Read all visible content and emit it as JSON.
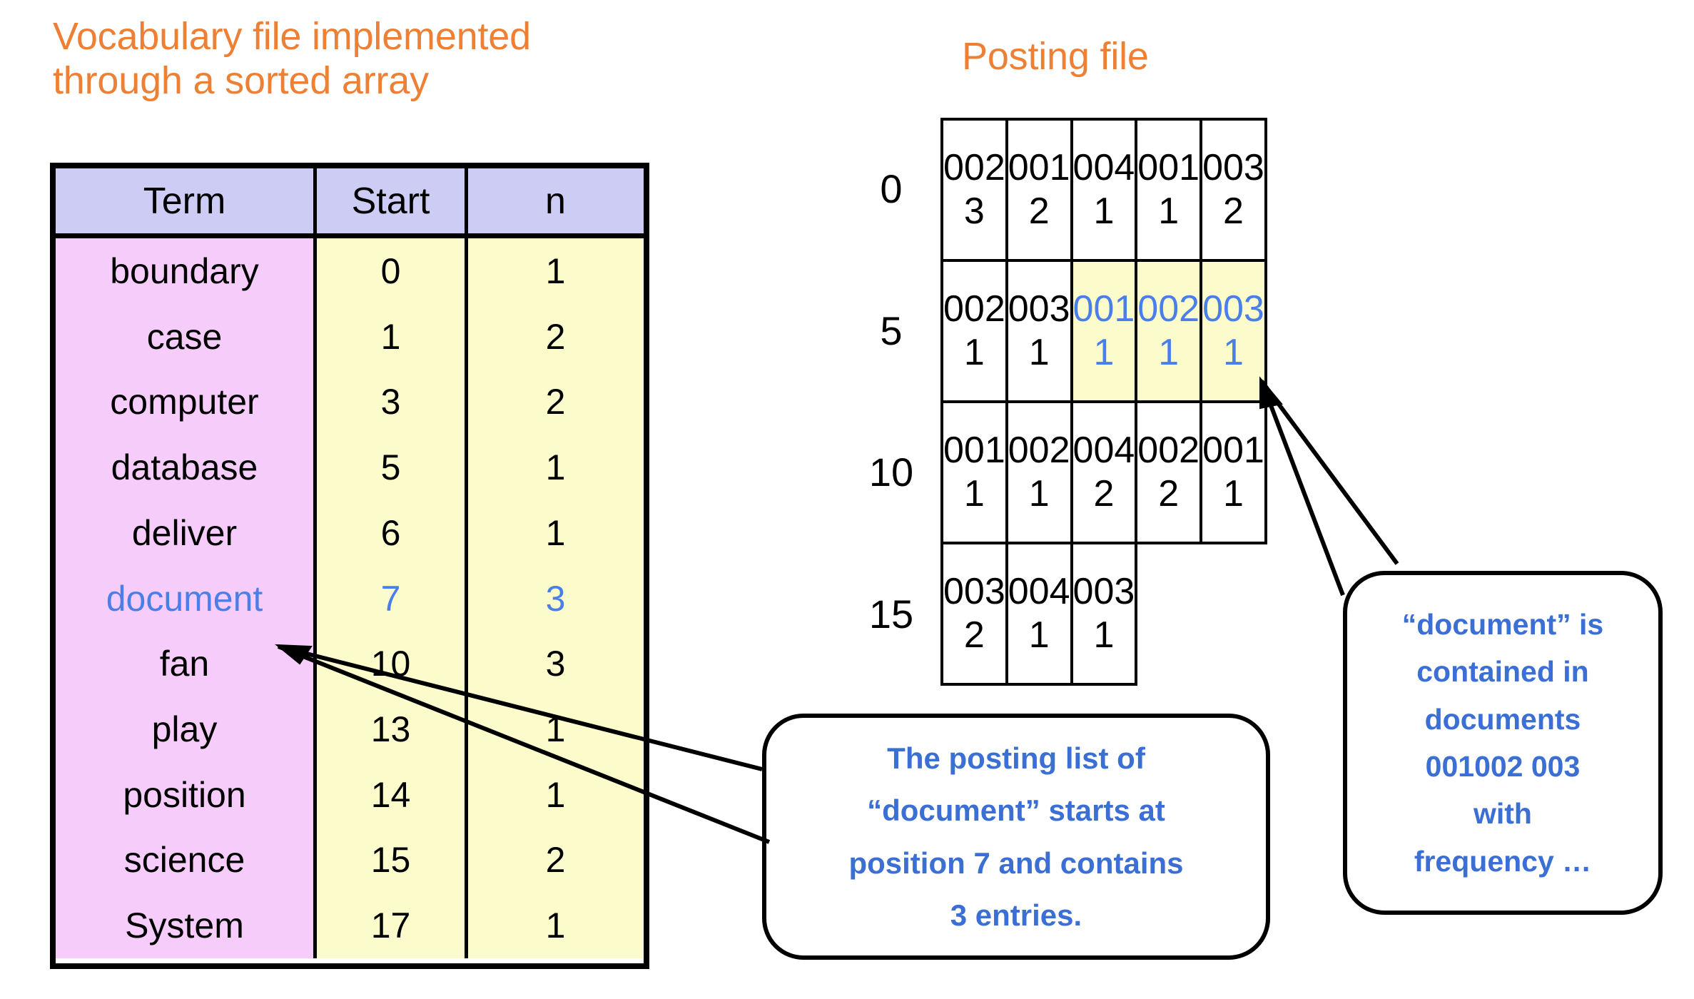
{
  "vocabulary": {
    "title": "Vocabulary  file implemented\nthrough a sorted array",
    "columns": [
      "Term",
      "Start",
      "n"
    ],
    "rows": [
      {
        "term": "boundary",
        "start": "0",
        "n": "1",
        "highlight": false
      },
      {
        "term": "case",
        "start": "1",
        "n": "2",
        "highlight": false
      },
      {
        "term": "computer",
        "start": "3",
        "n": "2",
        "highlight": false
      },
      {
        "term": "database",
        "start": "5",
        "n": "1",
        "highlight": false
      },
      {
        "term": "deliver",
        "start": "6",
        "n": "1",
        "highlight": false
      },
      {
        "term": "document",
        "start": "7",
        "n": "3",
        "highlight": true
      },
      {
        "term": "fan",
        "start": "10",
        "n": "3",
        "highlight": false
      },
      {
        "term": "play",
        "start": "13",
        "n": "1",
        "highlight": false
      },
      {
        "term": "position",
        "start": "14",
        "n": "1",
        "highlight": false
      },
      {
        "term": "science",
        "start": "15",
        "n": "2",
        "highlight": false
      },
      {
        "term": "System",
        "start": "17",
        "n": "1",
        "highlight": false
      }
    ]
  },
  "posting": {
    "title": "Posting file",
    "row_labels": [
      "0",
      "5",
      "10",
      "15"
    ],
    "rows": [
      [
        {
          "doc": "002",
          "freq": "3",
          "highlight": false
        },
        {
          "doc": "001",
          "freq": "2",
          "highlight": false
        },
        {
          "doc": "004",
          "freq": "1",
          "highlight": false
        },
        {
          "doc": "001",
          "freq": "1",
          "highlight": false
        },
        {
          "doc": "003",
          "freq": "2",
          "highlight": false
        }
      ],
      [
        {
          "doc": "002",
          "freq": "1",
          "highlight": false
        },
        {
          "doc": "003",
          "freq": "1",
          "highlight": false
        },
        {
          "doc": "001",
          "freq": "1",
          "highlight": true
        },
        {
          "doc": "002",
          "freq": "1",
          "highlight": true
        },
        {
          "doc": "003",
          "freq": "1",
          "highlight": true
        }
      ],
      [
        {
          "doc": "001",
          "freq": "1",
          "highlight": false
        },
        {
          "doc": "002",
          "freq": "1",
          "highlight": false
        },
        {
          "doc": "004",
          "freq": "2",
          "highlight": false
        },
        {
          "doc": "002",
          "freq": "2",
          "highlight": false
        },
        {
          "doc": "001",
          "freq": "1",
          "highlight": false
        }
      ],
      [
        {
          "doc": "003",
          "freq": "2",
          "highlight": false
        },
        {
          "doc": "004",
          "freq": "1",
          "highlight": false
        },
        {
          "doc": "003",
          "freq": "1",
          "highlight": false
        },
        {
          "doc": "",
          "freq": "",
          "highlight": false,
          "empty": true
        },
        {
          "doc": "",
          "freq": "",
          "highlight": false,
          "empty": true
        }
      ]
    ]
  },
  "callouts": {
    "posting_list": "The posting list of\n“document” starts at\nposition  7 and contains\n3 entries.",
    "document_docs": "“document” is\ncontained in\ndocuments\n001002 003\nwith\nfrequency …"
  },
  "colors": {
    "title_orange": "#ed8035",
    "header_lavender": "#ccccf5",
    "term_pink": "#f5ccfa",
    "number_yellow": "#fbfbcc",
    "highlight_blue": "#4a7ee8",
    "callout_blue": "#3b6fd4",
    "border_black": "#000000"
  }
}
